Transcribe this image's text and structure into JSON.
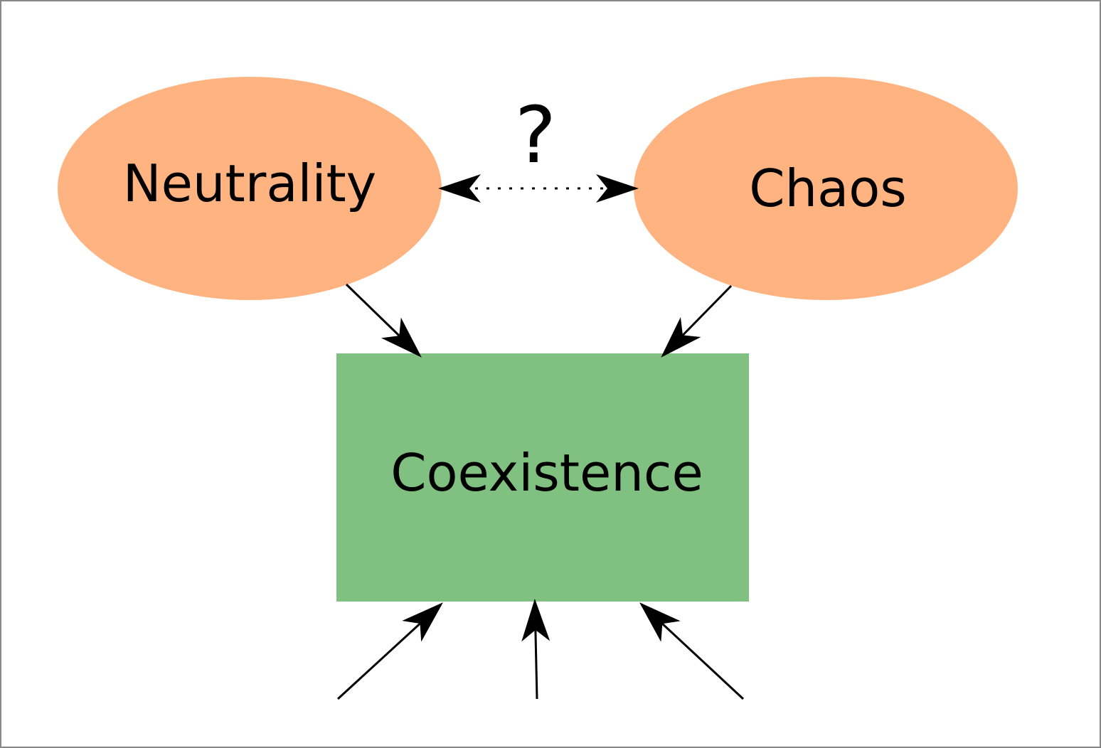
{
  "diagram": {
    "nodes": {
      "neutrality": {
        "label": "Neutrality",
        "shape": "ellipse",
        "fill": "#FFB380"
      },
      "chaos": {
        "label": "Chaos",
        "shape": "ellipse",
        "fill": "#FFB380"
      },
      "coexistence": {
        "label": "Coexistence",
        "shape": "rectangle",
        "fill": "#80C080"
      }
    },
    "relation": {
      "label": "?",
      "style": "dotted",
      "direction": "bidirectional",
      "between": [
        "neutrality",
        "chaos"
      ]
    },
    "edges": [
      {
        "from": "neutrality",
        "to": "coexistence"
      },
      {
        "from": "chaos",
        "to": "coexistence"
      },
      {
        "from": "external",
        "to": "coexistence"
      },
      {
        "from": "external",
        "to": "coexistence"
      },
      {
        "from": "external",
        "to": "coexistence"
      }
    ],
    "colors": {
      "border": "#888888",
      "stroke": "#000000"
    }
  }
}
